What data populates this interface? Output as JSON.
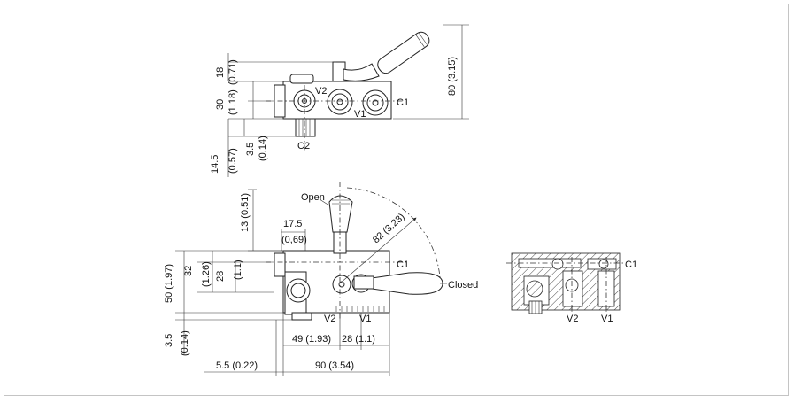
{
  "top_view": {
    "dim_18": "18",
    "dim_071": "(0.71)",
    "dim_30": "30",
    "dim_118": "(1.18)",
    "dim_145": "14.5",
    "dim_057": "(0.57)",
    "dim_35": "3.5",
    "dim_014": "(0.14)",
    "dim_80": "80 (3.15)",
    "port_v2": "V2",
    "port_v1": "V1",
    "port_c1": "C1",
    "port_c2": "C2"
  },
  "front_view": {
    "label_open": "Open",
    "label_closed": "Closed",
    "dim_13": "13 (0.51)",
    "dim_175": "17.5",
    "dim_069": "(0,69)",
    "dim_82": "82 (3.23)",
    "dim_32": "32",
    "dim_126": "(1.26)",
    "dim_28v": "28",
    "dim_11": "(1.1)",
    "dim_50": "50 (1.97)",
    "dim_35b": "3.5",
    "dim_014b": "(0.14)",
    "dim_49": "49 (1.93)",
    "dim_28": "28 (1.1)",
    "dim_55": "5.5 (0.22)",
    "dim_90": "90 (3.54)",
    "port_c1": "C1",
    "port_v2": "V2",
    "port_v1": "V1"
  },
  "section_view": {
    "port_c1": "C1",
    "port_v2": "V2",
    "port_v1": "V1"
  }
}
